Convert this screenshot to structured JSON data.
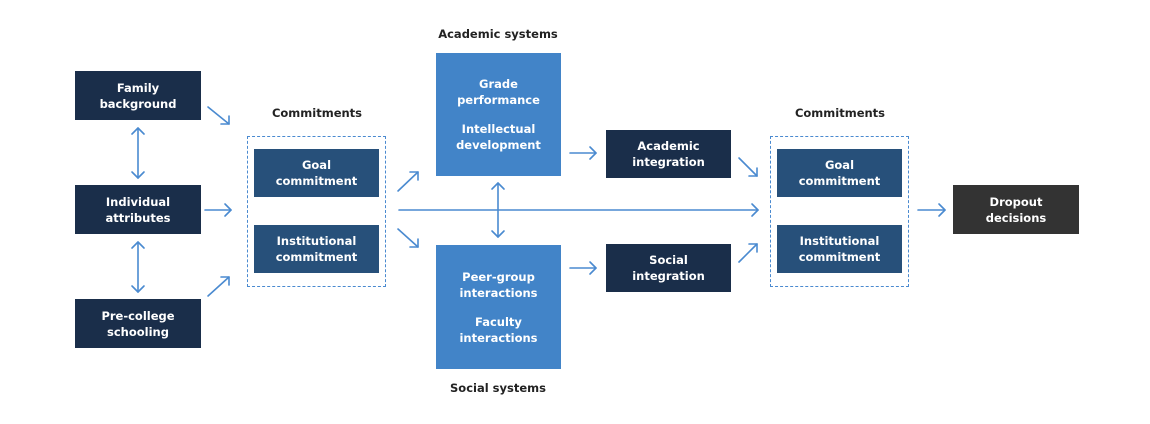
{
  "colors": {
    "background_node": "#1a2e4a",
    "commitment_node": "#27507a",
    "system_node": "#4284c8",
    "outcome_node": "#333333",
    "arrow": "#4a8ad0"
  },
  "background": {
    "family": [
      "Family",
      "background"
    ],
    "individual": [
      "Individual",
      "attributes"
    ],
    "precollege": [
      "Pre-college",
      "schooling"
    ]
  },
  "commitments_left": {
    "title": "Commitments",
    "goal": [
      "Goal",
      "commitment"
    ],
    "institutional": [
      "Institutional",
      "commitment"
    ]
  },
  "academic_systems": {
    "title": "Academic systems",
    "items": [
      [
        "Grade",
        "performance"
      ],
      [
        "Intellectual",
        "development"
      ]
    ]
  },
  "social_systems": {
    "title": "Social systems",
    "items": [
      [
        "Peer-group",
        "interactions"
      ],
      [
        "Faculty",
        "interactions"
      ]
    ]
  },
  "integration": {
    "academic": [
      "Academic",
      "integration"
    ],
    "social": [
      "Social",
      "integration"
    ]
  },
  "commitments_right": {
    "title": "Commitments",
    "goal": [
      "Goal",
      "commitment"
    ],
    "institutional": [
      "Institutional",
      "commitment"
    ]
  },
  "outcome": {
    "dropout": [
      "Dropout",
      "decisions"
    ]
  }
}
